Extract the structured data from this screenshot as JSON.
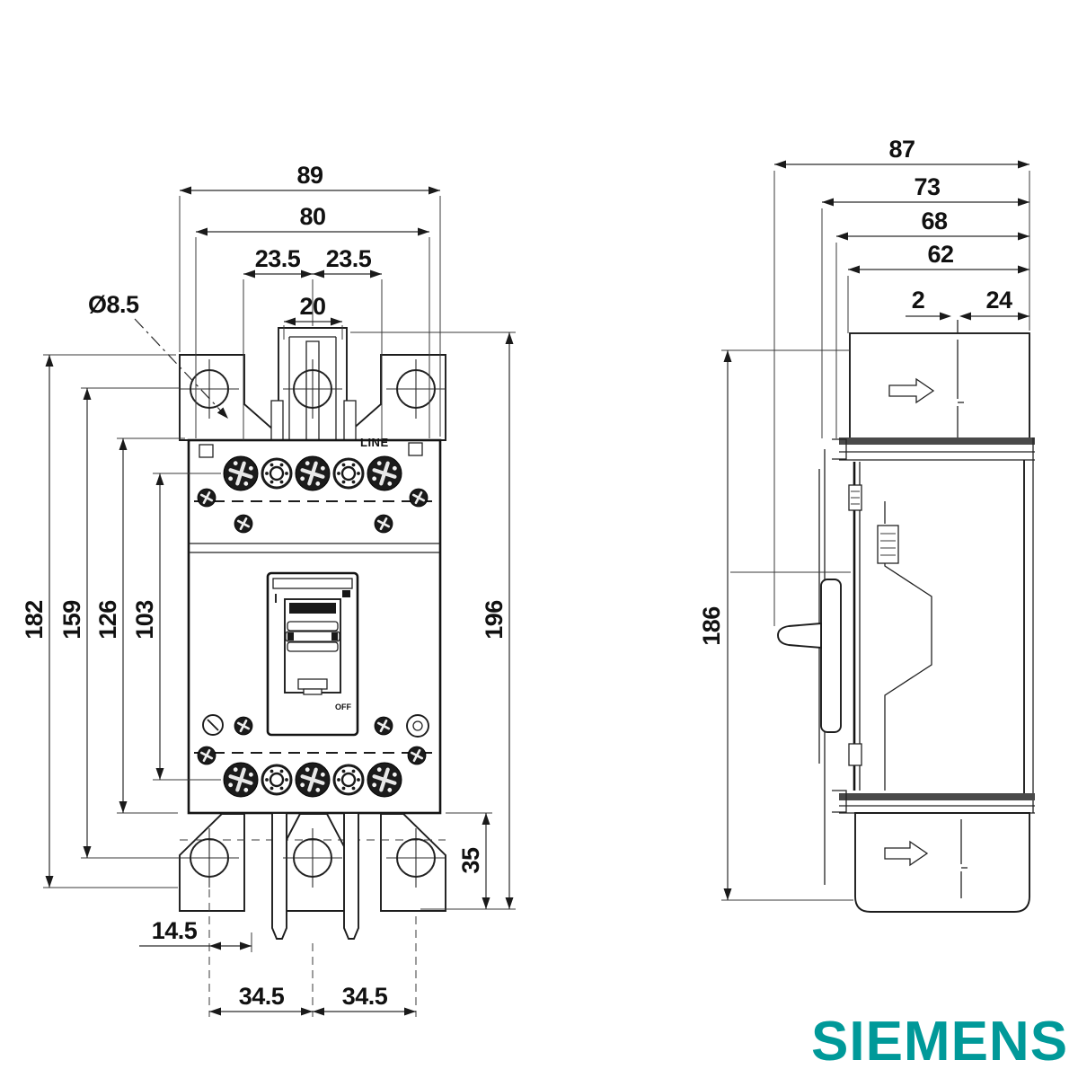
{
  "brand": {
    "name": "SIEMENS",
    "color": "#009999"
  },
  "front_view": {
    "line_label": "LINE",
    "off_label": "OFF",
    "dims": {
      "overall_width": "89",
      "mounting_width": "80",
      "pole_pitch_left": "23.5",
      "pole_pitch_right": "23.5",
      "slot_width": "20",
      "hole_diameter": "Ø8.5",
      "left_height_1": "182",
      "left_height_2": "159",
      "left_height_3": "126",
      "left_height_4": "103",
      "overall_height": "196",
      "tab_height": "35",
      "bottom_offset": "14.5",
      "bottom_pitch_left": "34.5",
      "bottom_pitch_right": "34.5"
    }
  },
  "side_view": {
    "dims": {
      "overall_depth": "87",
      "depth_2": "73",
      "depth_3": "68",
      "depth_4": "62",
      "slot_gap": "2",
      "slot_offset": "24",
      "overall_height": "186"
    }
  }
}
